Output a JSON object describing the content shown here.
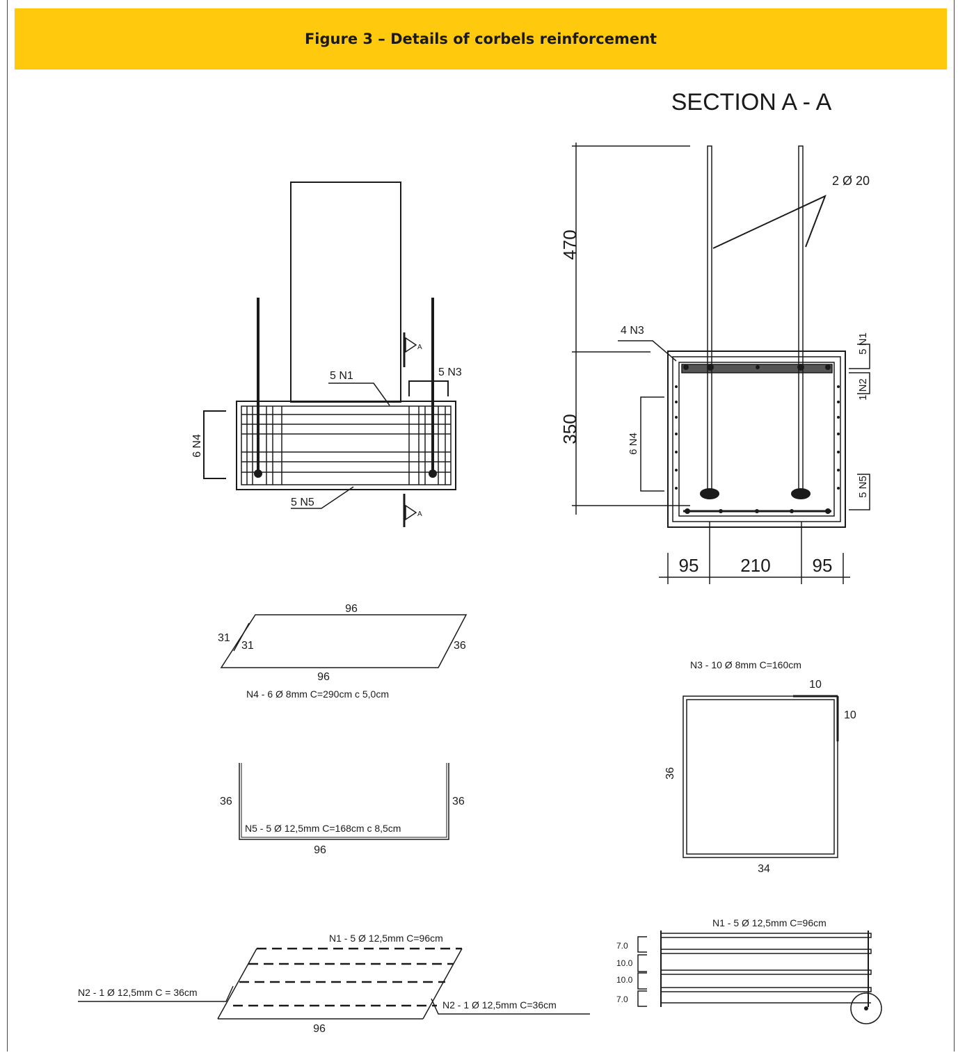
{
  "figure_title": "Figure 3 – Details of corbels reinforcement",
  "elevation": {
    "label_6n4": "6 N4",
    "label_5n1": "5 N1",
    "label_5n3": "5 N3",
    "label_5n5": "5 N5",
    "section_mark": "A"
  },
  "section": {
    "title": "SECTION A - A",
    "bars_label": "2 Ø 20",
    "dim_470": "470",
    "dim_350": "350",
    "dim_95_left": "95",
    "dim_210": "210",
    "dim_95_right": "95",
    "label_4n3": "4 N3",
    "label_5n1": "5 N1",
    "label_1n2": "1 N2",
    "label_6n4": "6 N4",
    "label_5n5": "5 N5"
  },
  "n4_detail": {
    "top": "96",
    "bottom": "96",
    "left_a": "31",
    "left_b": "31",
    "right": "36",
    "caption": "N4 - 6 Ø 8mm C=290cm  c 5,0cm"
  },
  "n3_detail": {
    "caption": "N3 - 10 Ø 8mm C=160cm",
    "hook_h": "10",
    "hook_v": "10",
    "side": "36",
    "bottom": "34"
  },
  "n5_detail": {
    "left": "36",
    "right": "36",
    "caption": "N5 - 5 Ø 12,5mm C=168cm c 8,5cm",
    "bottom": "96"
  },
  "n1n2_plan": {
    "n1_caption": "N1 - 5 Ø 12,5mm C=96cm",
    "n2_left": "N2 - 1 Ø 12,5mm C = 36cm",
    "n2_right": "N2 - 1 Ø 12,5mm C=36cm",
    "bottom": "96"
  },
  "n1_detail": {
    "caption": "N1 - 5 Ø 12,5mm C=96cm",
    "s1": "7.0",
    "s2": "10.0",
    "s3": "10.0",
    "s4": "7.0"
  }
}
